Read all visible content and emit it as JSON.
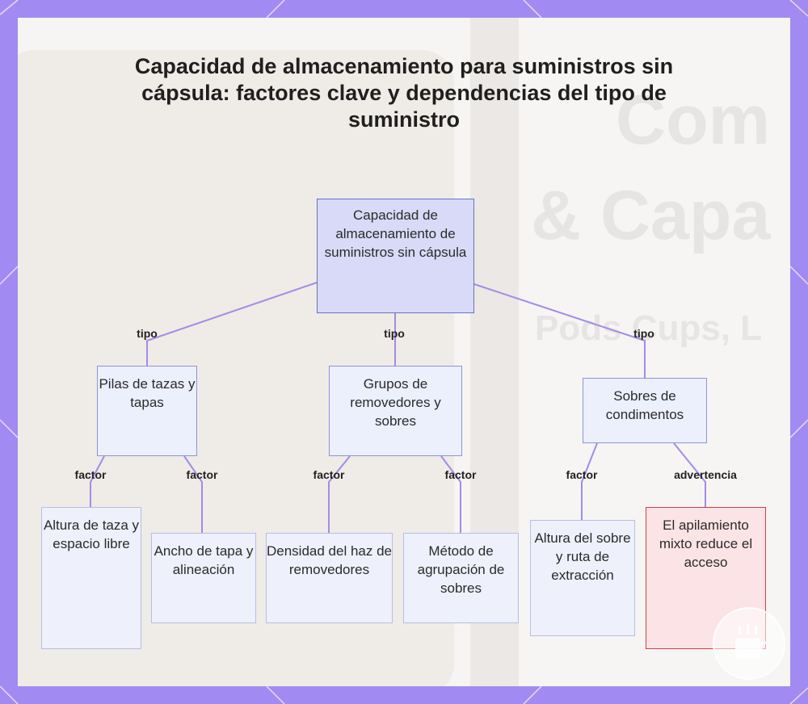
{
  "title": "Capacidad de almacenamiento para suministros sin cápsula: factores clave y dependencias del tipo de suministro",
  "background_text": [
    "Com",
    "& Capa",
    "Pods Cups, L"
  ],
  "colors": {
    "frame": "#a18bf2",
    "edge": "#a48be8",
    "root_fill": "#d8daf7",
    "node_fill": "#eef0fb",
    "warning_fill": "#fbe3e6",
    "warning_border": "#d63b4a"
  },
  "nodes": {
    "root": "Capacidad de almacenamiento de suministros sin cápsula",
    "cups": "Pilas de tazas y tapas",
    "stirrers": "Grupos de removedores y sobres",
    "condiments": "Sobres de condimentos",
    "cup_height": "Altura de taza y espacio libre",
    "lid_width": "Ancho de tapa y alineación",
    "stirrer_density": "Densidad del haz de removedores",
    "packet_method": "Método de agrupación de sobres",
    "packet_height": "Altura del sobre y ruta de extracción",
    "mixed_warning": "El apilamiento mixto reduce el acceso"
  },
  "edge_labels": {
    "tipo": "tipo",
    "factor": "factor",
    "advertencia": "advertencia"
  }
}
